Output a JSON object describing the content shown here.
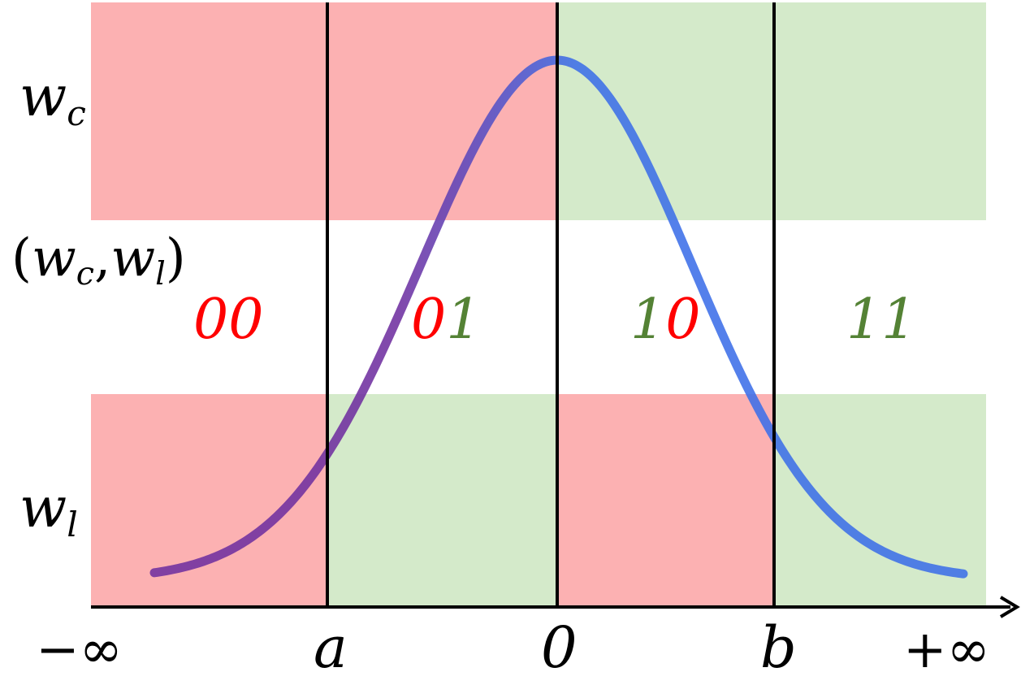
{
  "rows": {
    "wc": {
      "main": "w",
      "sub": "c"
    },
    "pair": {
      "open": "(",
      "w1": "w",
      "s1": "c",
      "comma": ",",
      "w2": "w",
      "s2": "l",
      "close": ")"
    },
    "wl": {
      "main": "w",
      "sub": "l"
    }
  },
  "axis_ticks": {
    "neg_inf": "−∞",
    "a": "a",
    "zero": "0",
    "b": "b",
    "pos_inf": "+∞"
  },
  "codes": [
    {
      "first": "0",
      "second": "0",
      "first_color": "red",
      "second_color": "red"
    },
    {
      "first": "0",
      "second": "1",
      "first_color": "red",
      "second_color": "green"
    },
    {
      "first": "1",
      "second": "0",
      "first_color": "green",
      "second_color": "red"
    },
    {
      "first": "1",
      "second": "1",
      "first_color": "green",
      "second_color": "green"
    }
  ],
  "top_band": [
    "red",
    "red",
    "green",
    "green"
  ],
  "bottom_band": [
    "red",
    "green",
    "red",
    "green"
  ],
  "colors": {
    "red_fill": "#fcb1b2",
    "green_fill": "#d4eaca",
    "red_text": "#ff0000",
    "green_text": "#548235",
    "curve_left": "#7030a0",
    "curve_right": "#3d6fe8",
    "axis": "#000000"
  }
}
